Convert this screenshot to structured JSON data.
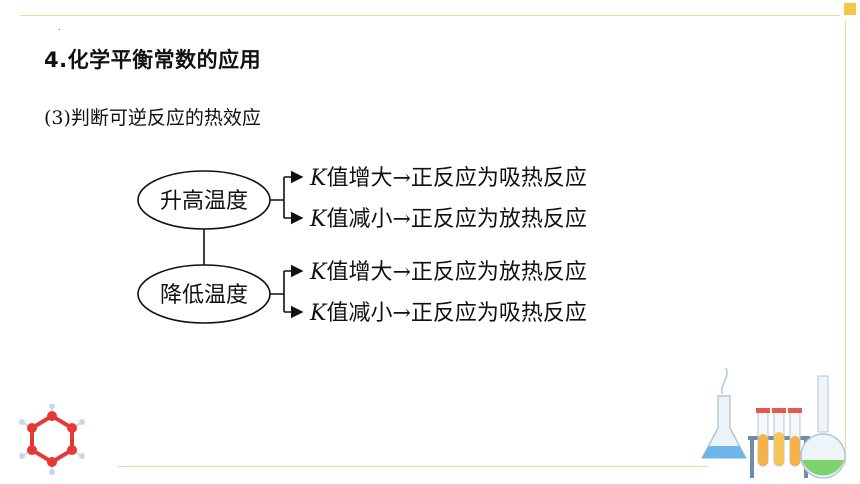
{
  "slide": {
    "title": "4.化学平衡常数的应用",
    "subtitle": "(3)判断可逆反应的热效应"
  },
  "diagram": {
    "groups": [
      {
        "condition": "升高温度",
        "branches": [
          {
            "k_symbol": "K",
            "change": "值增大",
            "arrow": "→",
            "result": "正反应为吸热反应"
          },
          {
            "k_symbol": "K",
            "change": "值减小",
            "arrow": "→",
            "result": "正反应为放热反应"
          }
        ]
      },
      {
        "condition": "降低温度",
        "branches": [
          {
            "k_symbol": "K",
            "change": "值增大",
            "arrow": "→",
            "result": "正反应为放热反应"
          },
          {
            "k_symbol": "K",
            "change": "值减小",
            "arrow": "→",
            "result": "正反应为吸热反应"
          }
        ]
      }
    ]
  },
  "decor": {
    "accent_color": "#f7c54a",
    "molecule_color": "#e53935",
    "icons": [
      "molecule-ring-icon",
      "lab-glassware-icon"
    ]
  }
}
